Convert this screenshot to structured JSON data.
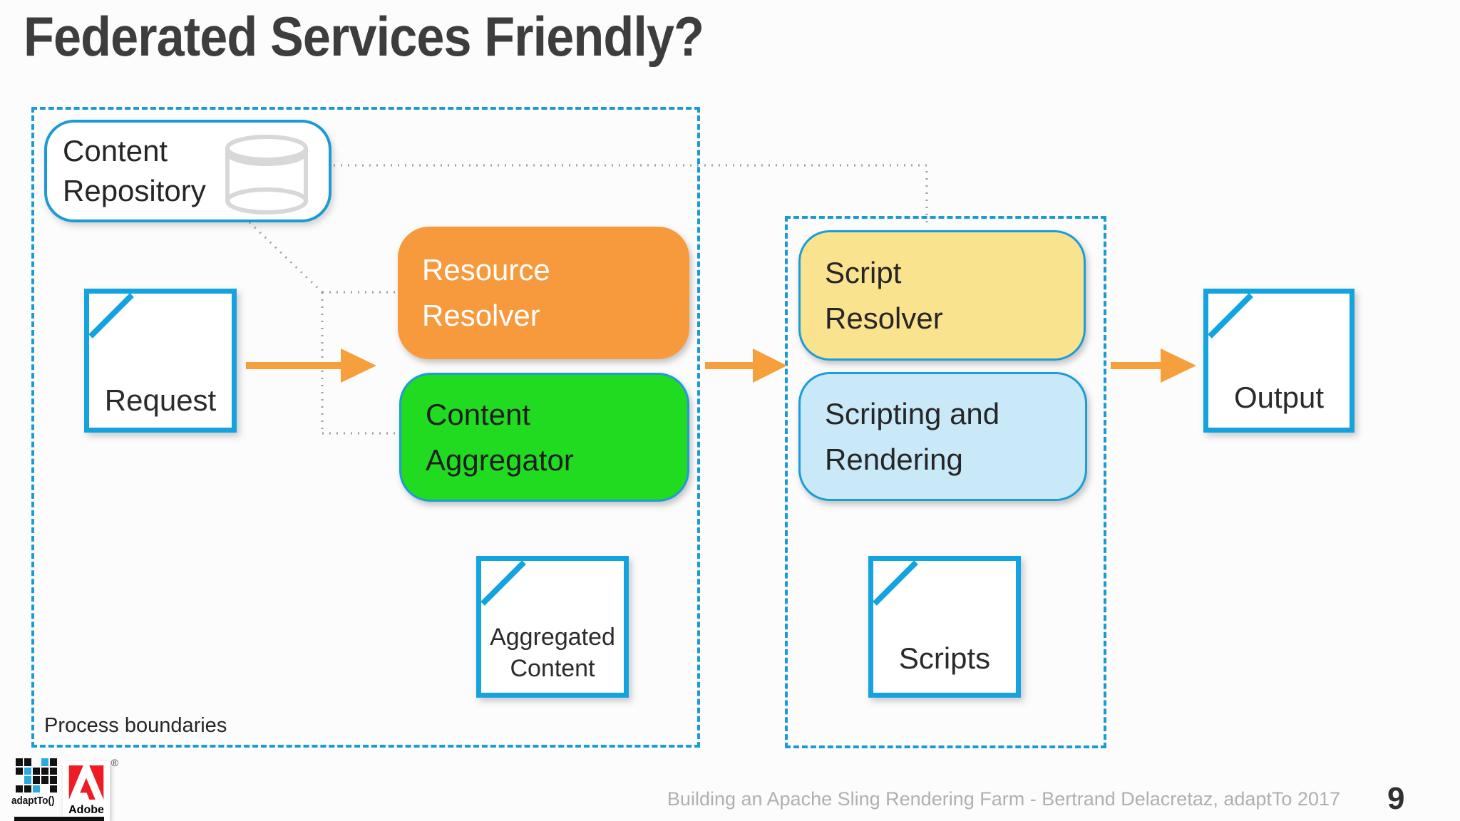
{
  "slide": {
    "title": "Federated Services Friendly?",
    "footer_credit": "Building an Apache Sling Rendering Farm - Bertrand Delacretaz, adaptTo 2017",
    "page_number": "9"
  },
  "diagram": {
    "boundary_label": "Process boundaries",
    "nodes": {
      "content_repository": {
        "lines": [
          "Content",
          "Repository"
        ]
      },
      "request": {
        "label": "Request"
      },
      "resource_resolver": {
        "lines": [
          "Resource",
          "Resolver"
        ]
      },
      "content_aggregator": {
        "lines": [
          "Content",
          "Aggregator"
        ]
      },
      "aggregated_content": {
        "lines": [
          "Aggregated",
          "Content"
        ]
      },
      "script_resolver": {
        "lines": [
          "Script",
          "Resolver"
        ]
      },
      "scripting_and_rendering": {
        "lines": [
          "Scripting and",
          "Rendering"
        ]
      },
      "scripts": {
        "label": "Scripts"
      },
      "output": {
        "label": "Output"
      }
    }
  },
  "logos": {
    "adaptto_text": "adaptTo()",
    "adobe_text": "Adobe",
    "registered_mark": "®",
    "adaptto_grid": [
      "kk.ck",
      "kckkk",
      ".ckkk",
      "kkc.k"
    ]
  },
  "colors": {
    "accent_blue": "#14A3DF",
    "boundary_blue": "#1C9AD6",
    "orange_box": "#F79A3D",
    "green_box": "#21DB21",
    "yellow_box": "#FAE38E",
    "light_blue_box": "#C9E8F8",
    "arrow_orange": "#F5A03C",
    "connector_gray": "#9E9E9E",
    "title_gray": "#3D3D3D",
    "footer_gray": "#B0B0B0",
    "adaptto_cyan": "#29ABE2",
    "adobe_red": "#EE1C25"
  }
}
